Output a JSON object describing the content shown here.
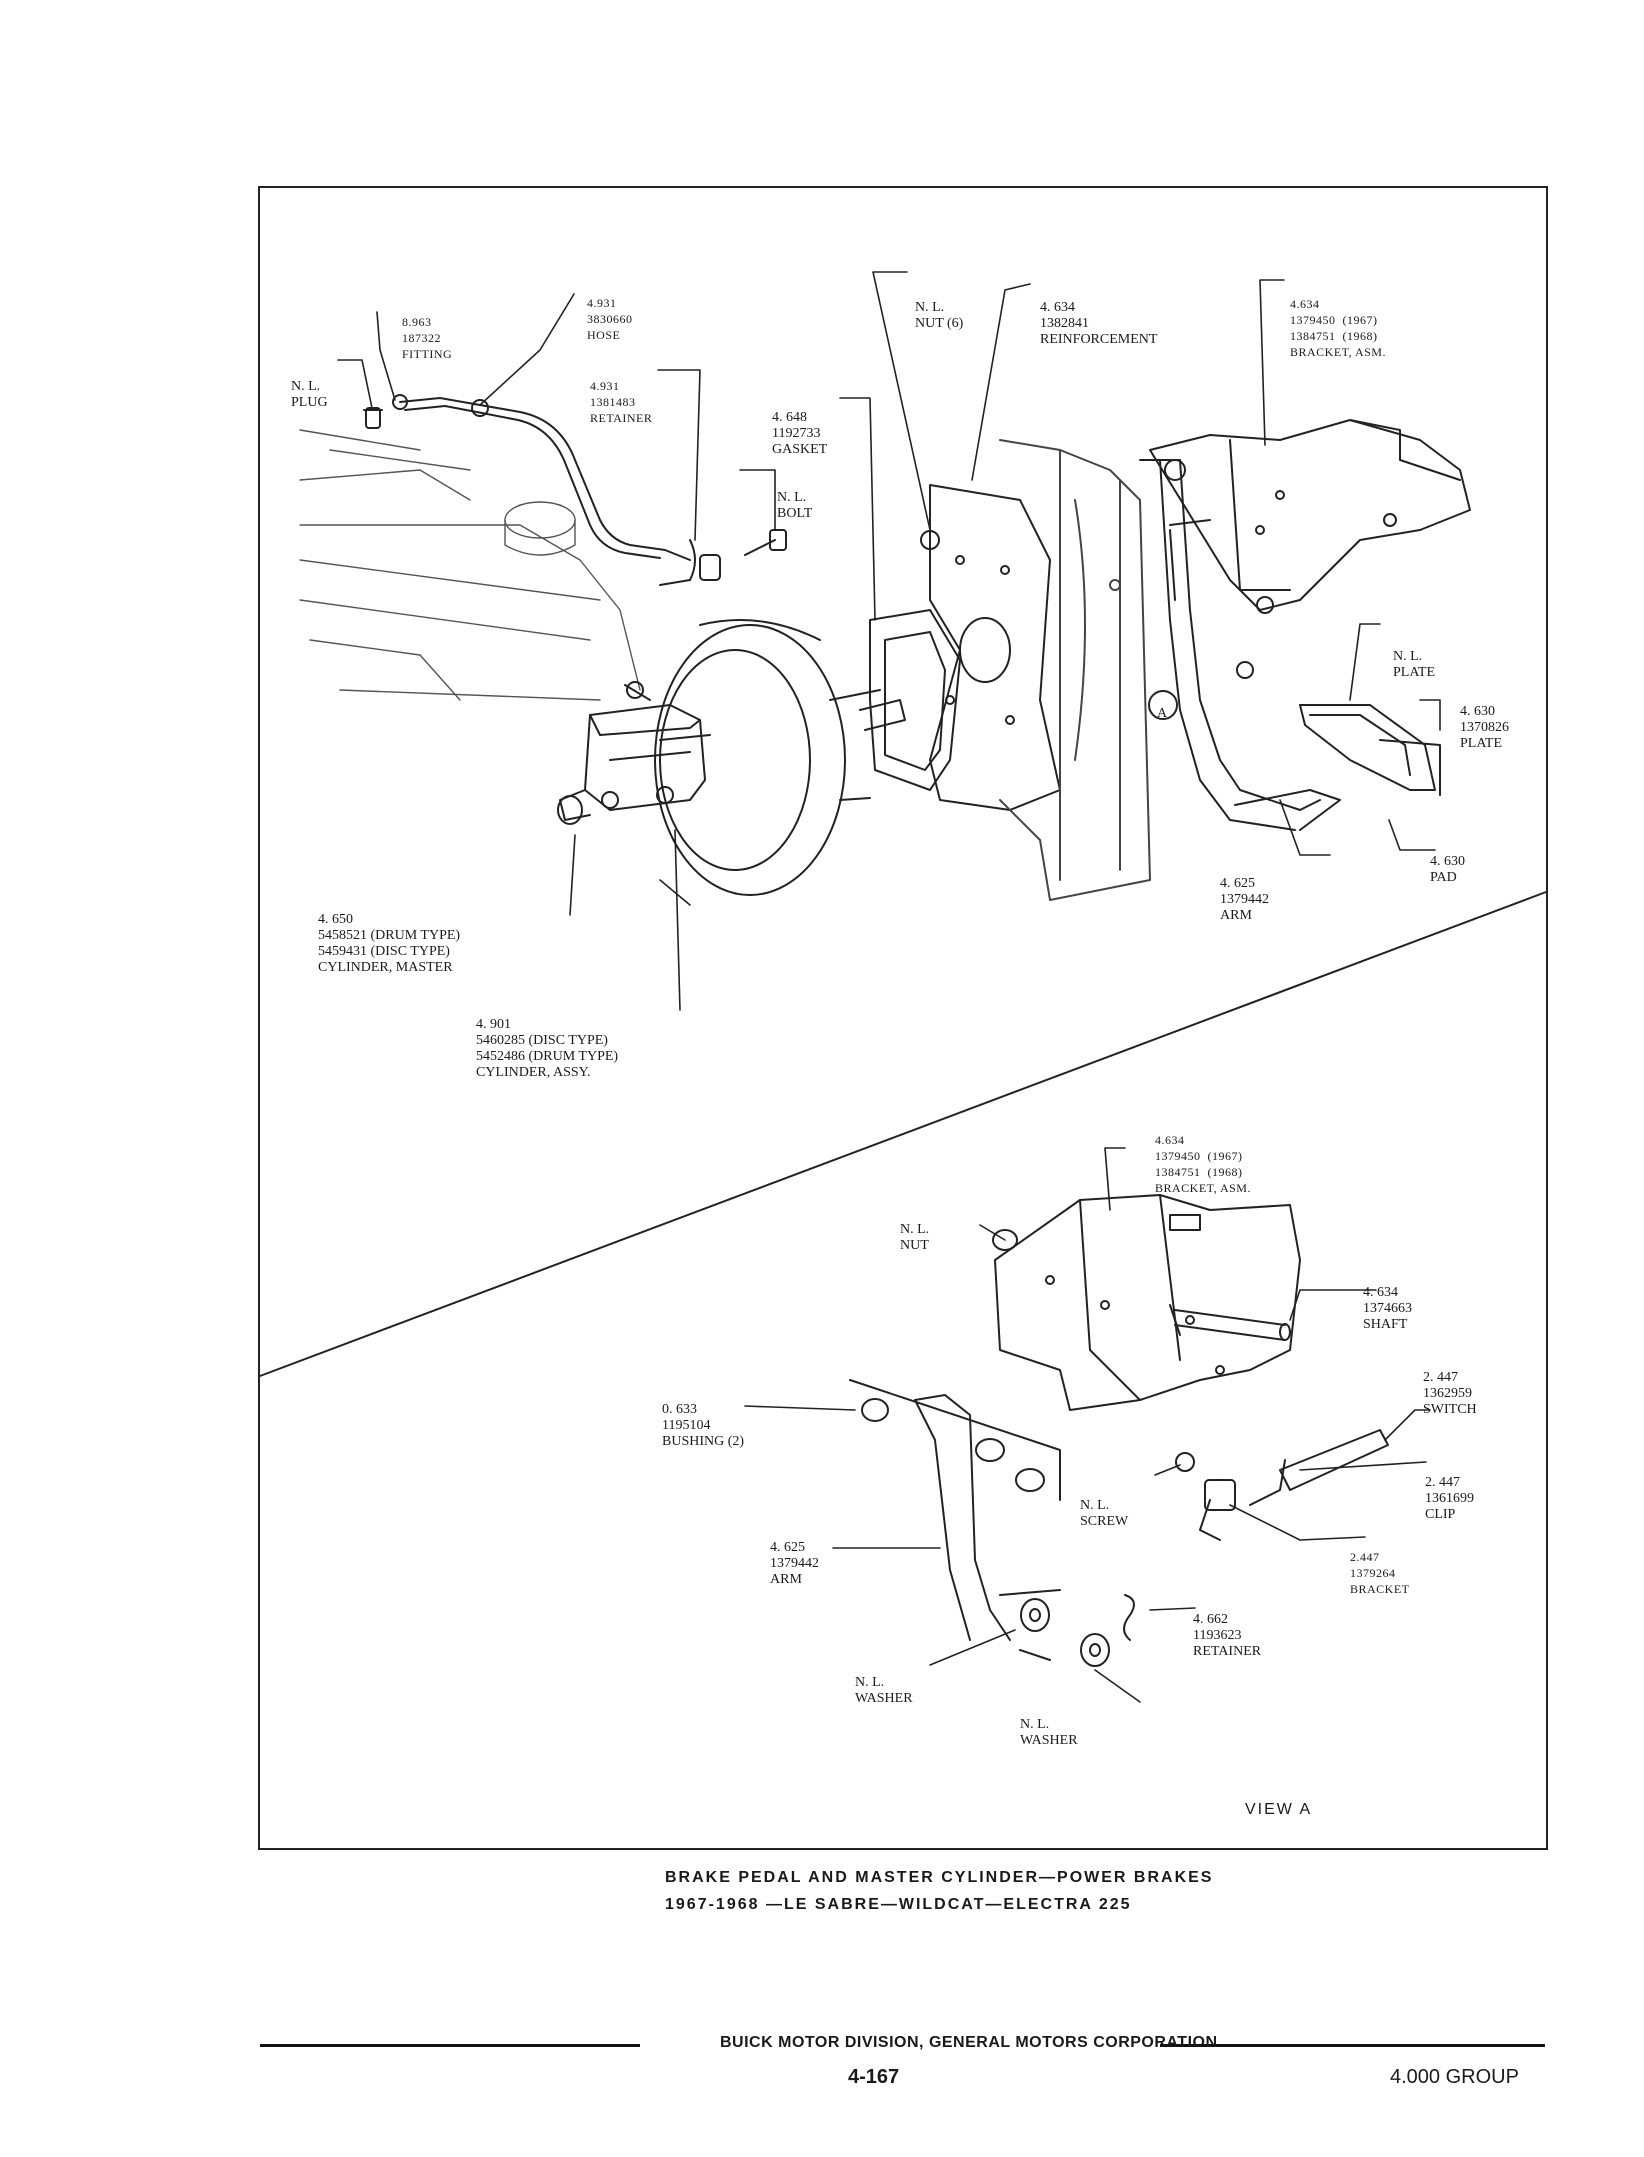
{
  "callouts": {
    "plug": [
      "N. L.",
      "PLUG"
    ],
    "fitting": [
      "8.963",
      "187322",
      "FITTING"
    ],
    "hose": [
      "4.931",
      "3830660",
      "HOSE"
    ],
    "retainer_hose": [
      "4.931",
      "1381483",
      "RETAINER"
    ],
    "gasket": [
      "4. 648",
      "1192733",
      "GASKET"
    ],
    "bolt": [
      "N. L.",
      "BOLT"
    ],
    "nut6": [
      "N. L.",
      "NUT (6)"
    ],
    "reinforcement": [
      "4. 634",
      "1382841",
      "REINFORCEMENT"
    ],
    "bracket_top": [
      "4.634",
      "1379450  (1967)",
      "1384751  (1968)",
      "BRACKET, ASM."
    ],
    "plate_nl": [
      "N. L.",
      "PLATE"
    ],
    "plate": [
      "4. 630",
      "1370826",
      "PLATE"
    ],
    "pad": [
      "4. 630",
      "PAD"
    ],
    "arm_top": [
      "4. 625",
      "1379442",
      "ARM"
    ],
    "master_cyl": [
      "4. 650",
      "5458521 (DRUM TYPE)",
      "5459431 (DISC TYPE)",
      "CYLINDER, MASTER"
    ],
    "cyl_assy": [
      "4. 901",
      "5460285 (DISC TYPE)",
      "5452486 (DRUM TYPE)",
      "CYLINDER, ASSY."
    ],
    "bracket_view": [
      "4.634",
      "1379450  (1967)",
      "1384751  (1968)",
      "BRACKET, ASM."
    ],
    "nut_view": [
      "N. L.",
      "NUT"
    ],
    "shaft": [
      "4. 634",
      "1374663",
      "SHAFT"
    ],
    "bushing": [
      "0. 633",
      "1195104",
      "BUSHING (2)"
    ],
    "switch": [
      "2. 447",
      "1362959",
      "SWITCH"
    ],
    "clip": [
      "2. 447",
      "1361699",
      "CLIP"
    ],
    "screw": [
      "N. L.",
      "SCREW"
    ],
    "bracket_switch": [
      "2.447",
      "1379264",
      "BRACKET"
    ],
    "arm_view": [
      "4. 625",
      "1379442",
      "ARM"
    ],
    "retainer_view": [
      "4. 662",
      "1193623",
      "RETAINER"
    ],
    "washer_1": [
      "N. L.",
      "WASHER"
    ],
    "washer_2": [
      "N. L.",
      "WASHER"
    ]
  },
  "view_label": "VIEW  A",
  "marker": "A",
  "caption": {
    "line1": "BRAKE PEDAL AND MASTER CYLINDER—POWER BRAKES",
    "line2": "1967-1968 —LE SABRE—WILDCAT—ELECTRA  225"
  },
  "footer": {
    "org": "BUICK MOTOR DIVISION, GENERAL MOTORS CORPORATION",
    "page": "4-167",
    "group": "4.000  GROUP"
  }
}
